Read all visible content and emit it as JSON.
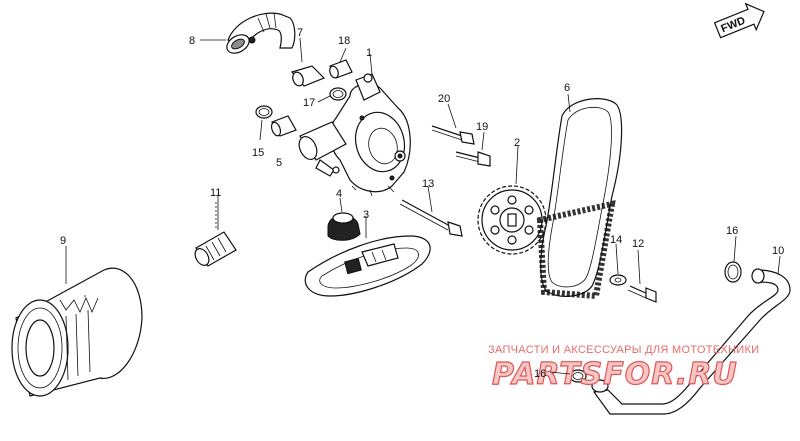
{
  "diagram": {
    "fwd_label": "FWD",
    "watermark": {
      "caption": "ЗАПЧАСТИ И АКСЕССУАРЫ ДЛЯ МОТОТЕХНИКИ",
      "logo": "PARTSFOR.RU"
    },
    "callouts": {
      "c1": "1",
      "c2": "2",
      "c3": "3",
      "c4": "4",
      "c5": "5",
      "c6": "6",
      "c7": "7",
      "c8": "8",
      "c9": "9",
      "c10": "10",
      "c11": "11",
      "c12": "12",
      "c13": "13",
      "c14": "14",
      "c15": "15",
      "c16a": "16",
      "c16b": "16",
      "c17": "17",
      "c18": "18",
      "c19": "19",
      "c20": "20"
    }
  }
}
